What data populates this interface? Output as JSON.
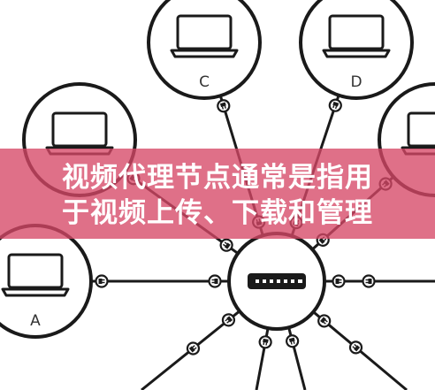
{
  "diagram": {
    "nodes": [
      {
        "id": "node-c",
        "label": "C"
      },
      {
        "id": "node-d",
        "label": "D"
      },
      {
        "id": "node-a",
        "label": "A"
      }
    ],
    "hub": {
      "icon": "network-switch-icon"
    },
    "connector_icon": "network-plug-icon",
    "line_color": "#1a1a1a",
    "node_fill": "#ffffff"
  },
  "caption": {
    "line1": "视频代理节点通常是指用",
    "line2": "于视频上传、下载和管理",
    "band_color": "#d64866"
  }
}
